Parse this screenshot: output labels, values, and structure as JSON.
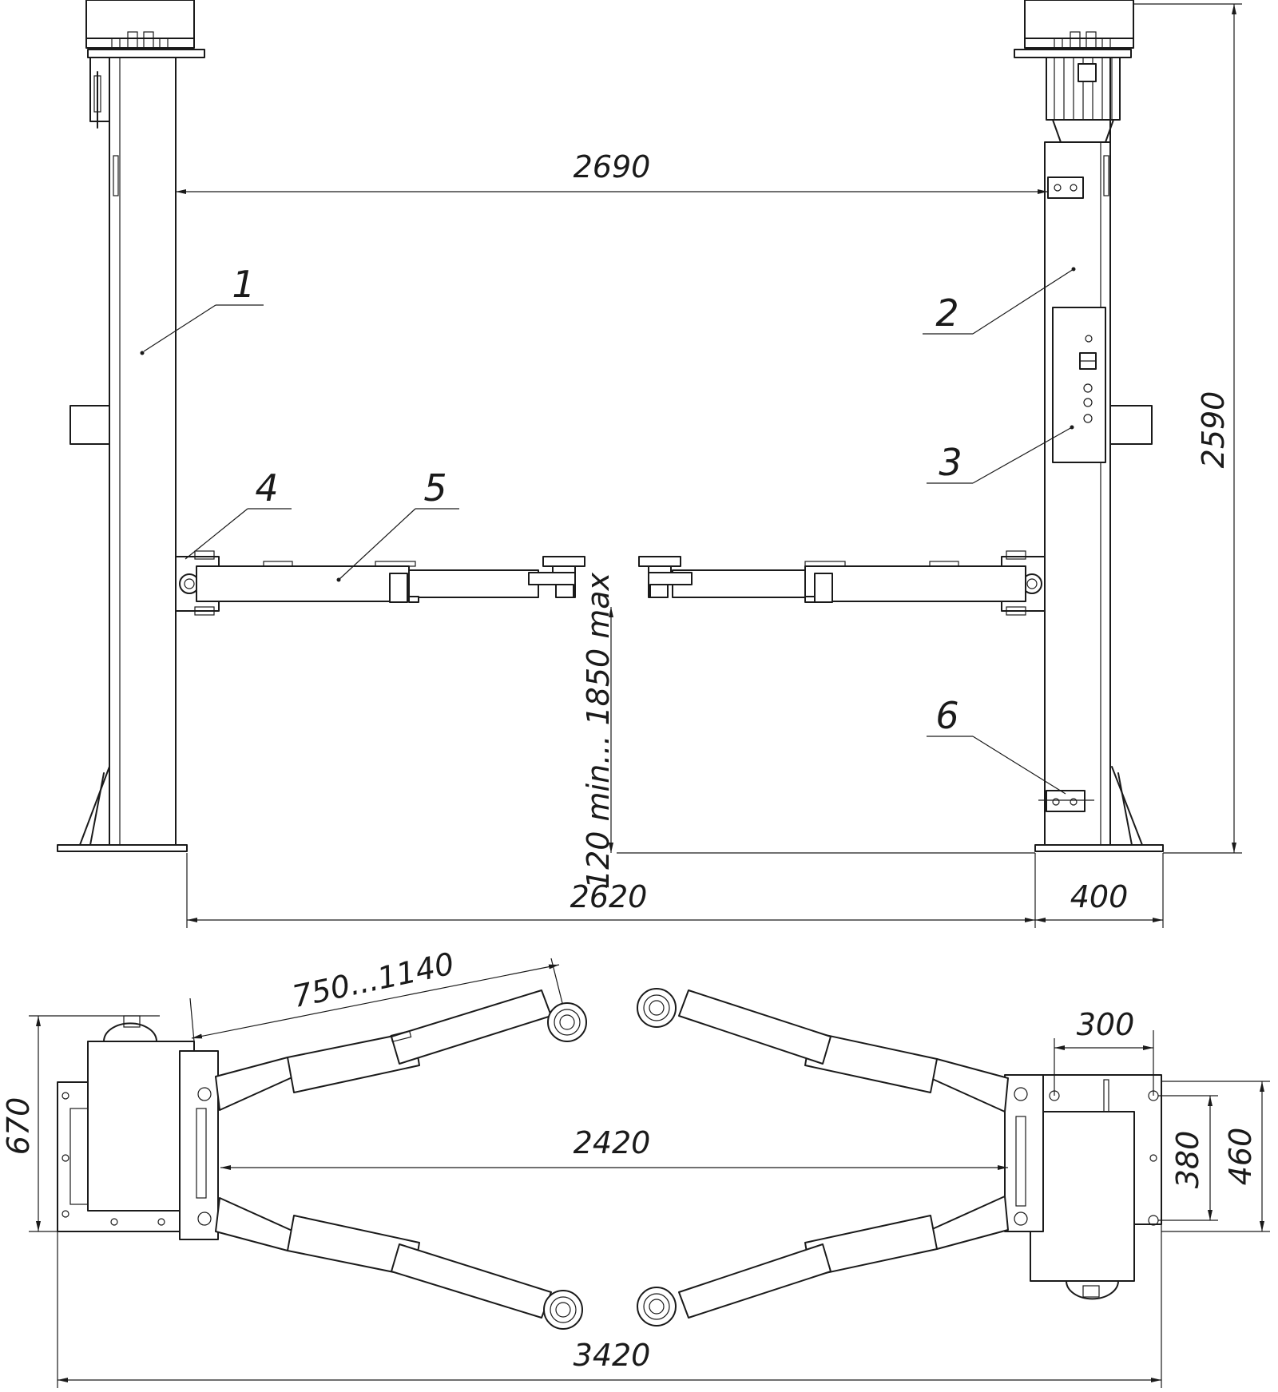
{
  "dimensions": {
    "column_spacing": "2690",
    "total_height": "2590",
    "base_width": "2620",
    "base_depth": "400",
    "lift_height": "120 min... 1850 max",
    "arm_reach": "750...1140",
    "inner_width": "2420",
    "overall_width": "3420",
    "footprint_depth": "670",
    "bolt_spacing_x": "300",
    "bolt_spacing_y": "380",
    "plate_depth": "460"
  },
  "callouts": [
    "1",
    "2",
    "3",
    "4",
    "5",
    "6"
  ],
  "colors": {
    "line": "#1a1a1a",
    "background": "#ffffff"
  }
}
